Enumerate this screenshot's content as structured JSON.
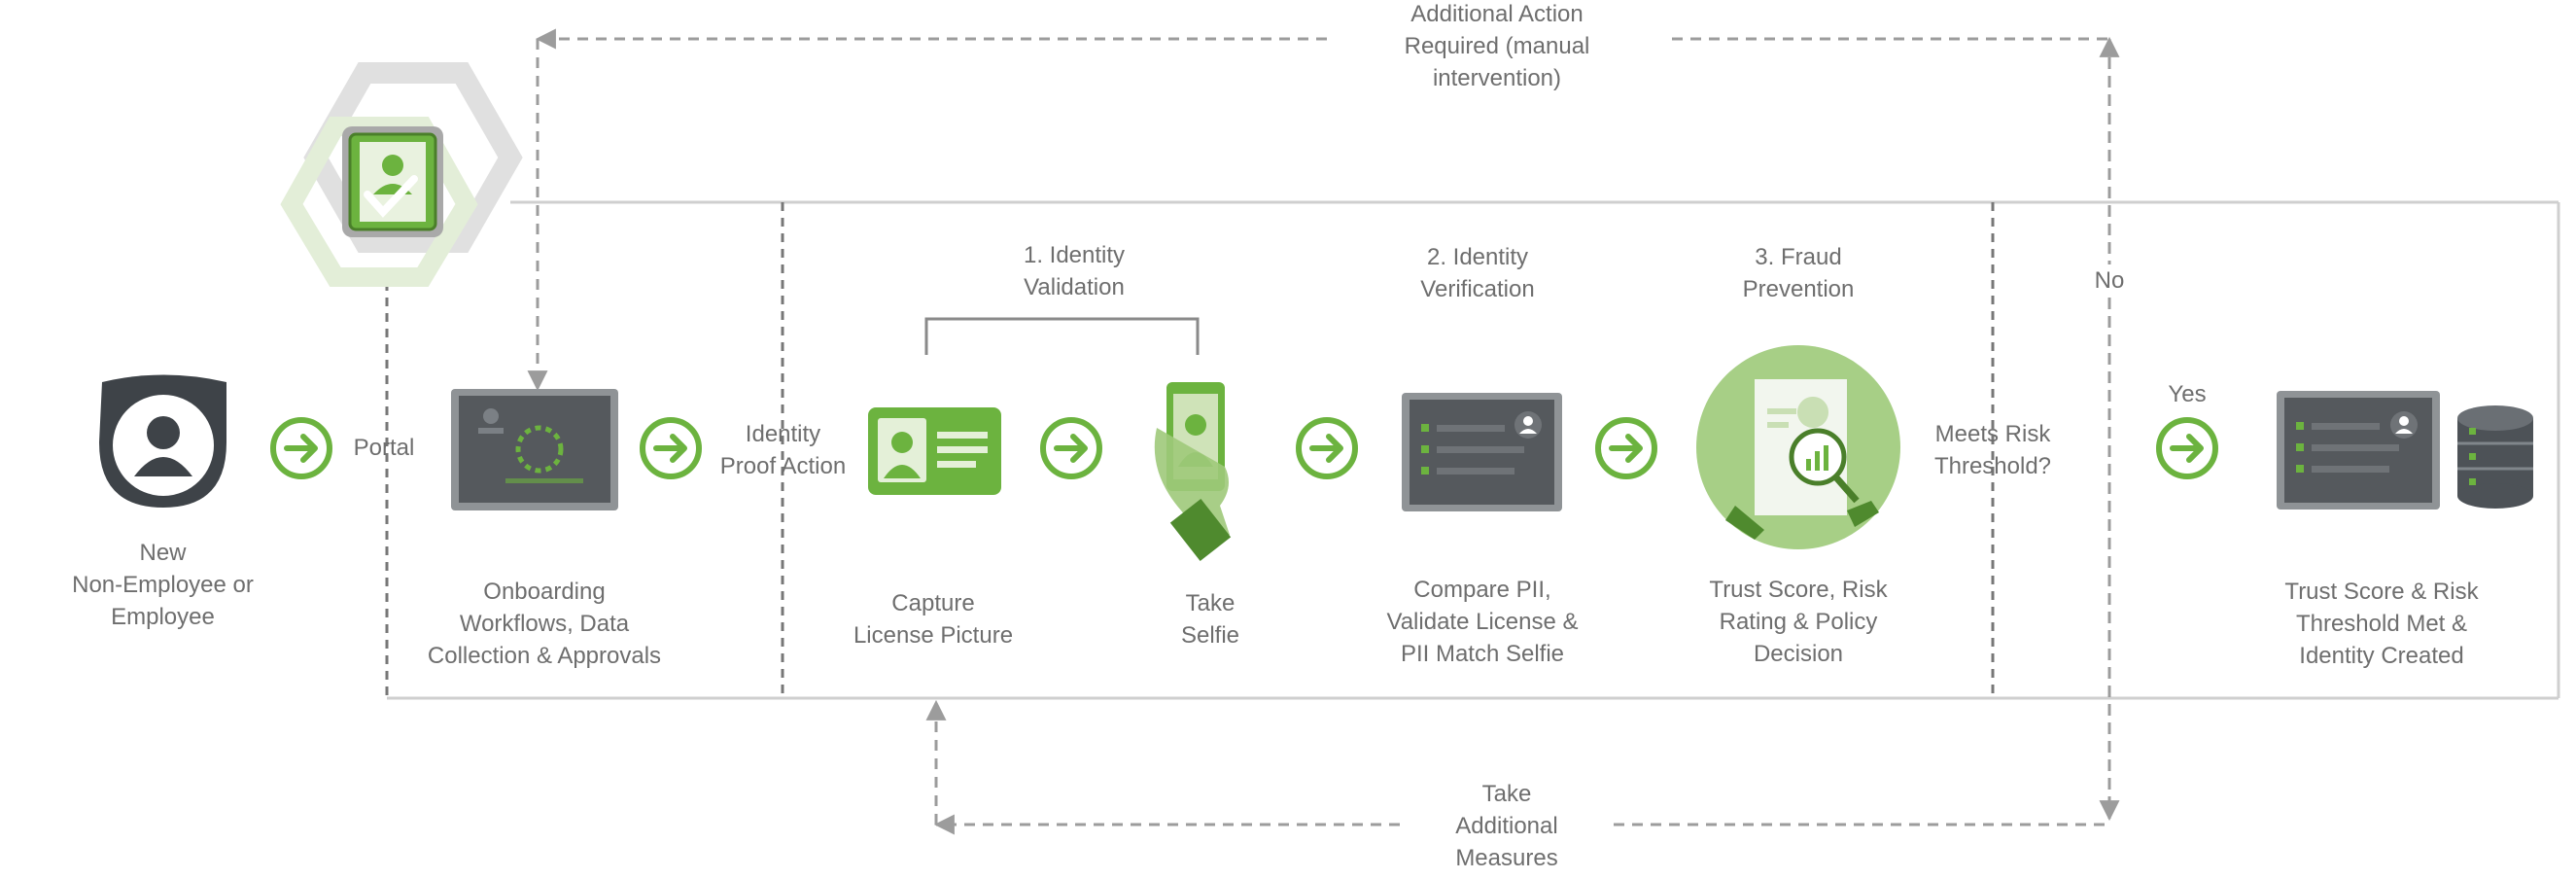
{
  "nodes": {
    "new_user": [
      "New",
      "Non-Employee or",
      "Employee"
    ],
    "portal": "Portal",
    "onboarding": [
      "Onboarding",
      "Workflows, Data",
      "Collection & Approvals"
    ],
    "identity_proof": [
      "Identity",
      "Proof Action"
    ],
    "capture": [
      "Capture",
      "License Picture"
    ],
    "selfie": [
      "Take",
      "Selfie"
    ],
    "compare": [
      "Compare PII,",
      "Validate License &",
      "PII Match Selfie"
    ],
    "trust": [
      "Trust Score, Risk",
      "Rating & Policy",
      "Decision"
    ],
    "meets": [
      "Meets Risk",
      "Threshold?"
    ],
    "created": [
      "Trust Score & Risk",
      "Threshold Met &",
      "Identity Created"
    ]
  },
  "steps": {
    "validation": [
      "1. Identity",
      "Validation"
    ],
    "verification": [
      "2. Identity",
      "Verification"
    ],
    "fraud": [
      "3. Fraud",
      "Prevention"
    ]
  },
  "branches": {
    "no": "No",
    "yes": "Yes",
    "additional_action": [
      "Additional Action",
      "Required (manual",
      "intervention)"
    ],
    "take_additional": [
      "Take",
      "Additional",
      "Measures"
    ]
  },
  "colors": {
    "green": "#6cb33f",
    "light_green": "#d7e8c3",
    "dark_gray": "#4d5257",
    "screen_gray": "#5e6266",
    "line_gray": "#cfcfcf",
    "dash_gray": "#9c9c9c",
    "text_gray": "#6e6e6e"
  },
  "icons": [
    "user-avatar-icon",
    "arrow-right-circle-icon",
    "monitor-onboarding-icon",
    "id-card-icon",
    "phone-selfie-icon",
    "monitor-checklist-icon",
    "magnifier-report-icon",
    "database-icon",
    "identity-badge-icon"
  ]
}
